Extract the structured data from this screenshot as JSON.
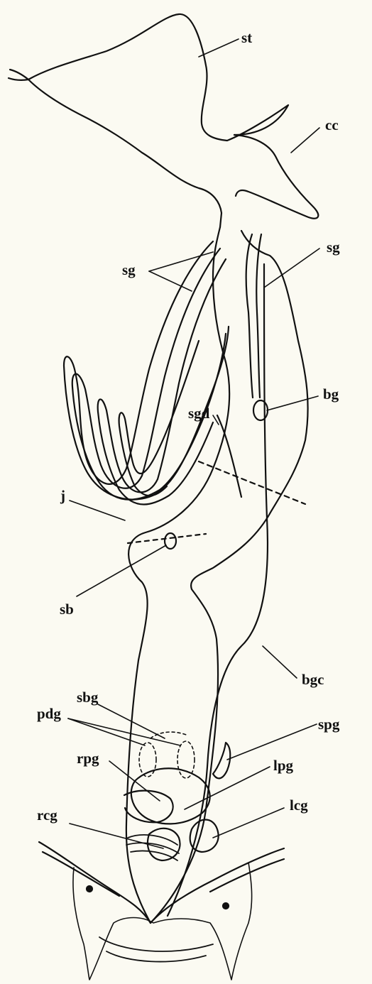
{
  "colors": {
    "ink": "#111111",
    "paper": "#fbfaf2"
  },
  "labels": {
    "st": "st",
    "cc": "cc",
    "sg_left": "sg",
    "sg_right": "sg",
    "bg": "bg",
    "sgd": "sgd",
    "j": "j",
    "sb": "sb",
    "bgc": "bgc",
    "sbg": "sbg",
    "pdg": "pdg",
    "spg": "spg",
    "rpg": "rpg",
    "lpg": "lpg",
    "rcg": "rcg",
    "lcg": "lcg"
  }
}
